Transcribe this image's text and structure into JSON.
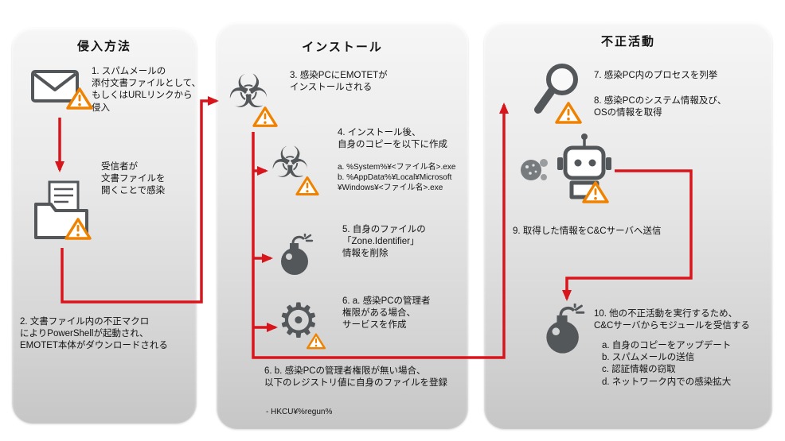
{
  "panels": {
    "intrusion": {
      "title": "侵入方法",
      "step1": "1. スパムメールの\n添付文書ファイルとして、\nもしくはURLリンクから\n侵入",
      "receiver": "受信者が\n文書ファイルを\n開くことで感染",
      "step2": "2. 文書ファイル内の不正マクロ\nによりPowerShellが起動され、\nEMOTET本体がダウンロードされる"
    },
    "install": {
      "title": "インストール",
      "step3": "3. 感染PCにEMOTETが\nインストールされる",
      "step4": "4. インストール後、\n自身のコピーを以下に作成",
      "step4_detail": "a. %System%¥<ファイル名>.exe\nb. %AppData%¥Local¥Microsoft\n¥Windows¥<ファイル名>.exe",
      "step5": "5. 自身のファイルの\n「Zone.Identifier」\n情報を削除",
      "step6a": "6. a. 感染PCの管理者\n権限がある場合、\nサービスを作成",
      "step6b": "6. b. 感染PCの管理者権限が無い場合、\n以下のレジストリ値に自身のファイルを登録",
      "step6b_detail": "- HKCU¥%regun%"
    },
    "malicious": {
      "title": "不正活動",
      "step7": "7. 感染PC内のプロセスを列挙",
      "step8": "8. 感染PCのシステム情報及び、\nOSの情報を取得",
      "step9": "9. 取得した情報をC&Cサーバへ送信",
      "step10": "10. 他の不正活動を実行するため、\nC&Cサーバからモジュールを受信する",
      "step10_detail": "a. 自身のコピーをアップデート\nb. スパムメールの送信\nc. 認証情報の窃取\nd. ネットワーク内での感染拡大"
    }
  },
  "icons": {
    "biohazard_glyph": "☣",
    "gear_glyph": "⚙"
  },
  "colors": {
    "arrow_red": "#d9151c",
    "warning_orange": "#ef8200",
    "icon_gray": "#54575a"
  }
}
